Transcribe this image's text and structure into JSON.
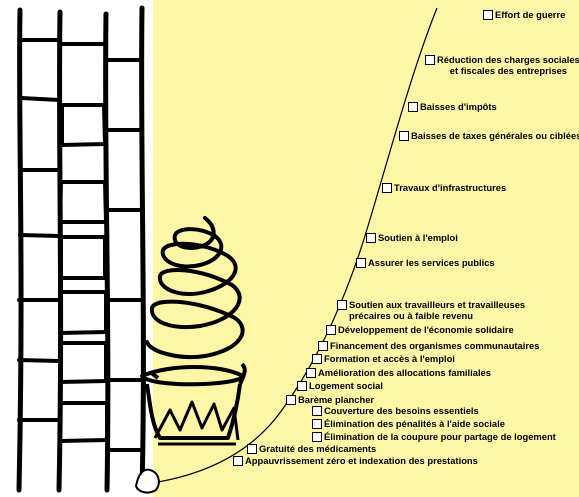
{
  "colors": {
    "background": "#fdf6a6",
    "ink": "#000000"
  },
  "icons": [
    "ladder-illustration",
    "cooking-pot-icon",
    "fire-icon",
    "steam-spiral-icon",
    "stone-icon",
    "growth-curve"
  ],
  "items": [
    {
      "id": "effort-de-guerre",
      "label": "Effort de guerre"
    },
    {
      "id": "reduction-charges",
      "label": "Réduction des charges sociales\net fiscales des entreprises"
    },
    {
      "id": "baisses-impots",
      "label": "Baisses d'impôts"
    },
    {
      "id": "baisses-taxes",
      "label": "Baisses de taxes générales ou ciblées"
    },
    {
      "id": "travaux-infrastructures",
      "label": "Travaux d'infrastructures"
    },
    {
      "id": "soutien-emploi",
      "label": "Soutien à l'emploi"
    },
    {
      "id": "services-publics",
      "label": "Assurer les services publics"
    },
    {
      "id": "soutien-travailleurs",
      "label": "Soutien aux travailleurs et travailleuses\nprécaires ou à faible revenu"
    },
    {
      "id": "economie-solidaire",
      "label": "Développement de l'économie solidaire"
    },
    {
      "id": "organismes-communautaires",
      "label": "Financement des organismes communautaires"
    },
    {
      "id": "formation-emploi",
      "label": "Formation et accès à l'emploi"
    },
    {
      "id": "allocations-familiales",
      "label": "Amélioration des allocations familiales"
    },
    {
      "id": "logement-social",
      "label": "Logement social"
    },
    {
      "id": "bareme-plancher",
      "label": "Barème plancher"
    },
    {
      "id": "besoins-essentiels",
      "label": "Couverture des besoins essentiels"
    },
    {
      "id": "penalites-aide-sociale",
      "label": "Élimination des pénalités à l'aide sociale"
    },
    {
      "id": "coupure-logement",
      "label": "Élimination de la coupure pour partage de logement"
    },
    {
      "id": "gratuite-medicaments",
      "label": "Gratuité des médicaments"
    },
    {
      "id": "appauvrissement-zero",
      "label": "Appauvrissement zéro et indexation des prestations"
    }
  ]
}
